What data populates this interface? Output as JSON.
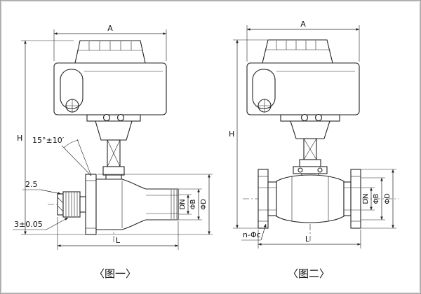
{
  "drawing": {
    "fig1": {
      "caption": "〈图一〉",
      "dim_a": "A",
      "dim_h": "H",
      "dim_l": "L",
      "dim_dn": "DN",
      "dim_phib": "ΦB",
      "dim_phid": "ΦD",
      "angle": "15°±10′",
      "chamfer": "2.5",
      "depth": "3±0.05"
    },
    "fig2": {
      "caption": "〈图二〉",
      "dim_a": "A",
      "dim_h": "H",
      "dim_l": "L",
      "dim_dn": "DN",
      "dim_phib": "ΦB",
      "dim_phid": "ΦD",
      "bolt_spec": "n-Φc"
    }
  }
}
